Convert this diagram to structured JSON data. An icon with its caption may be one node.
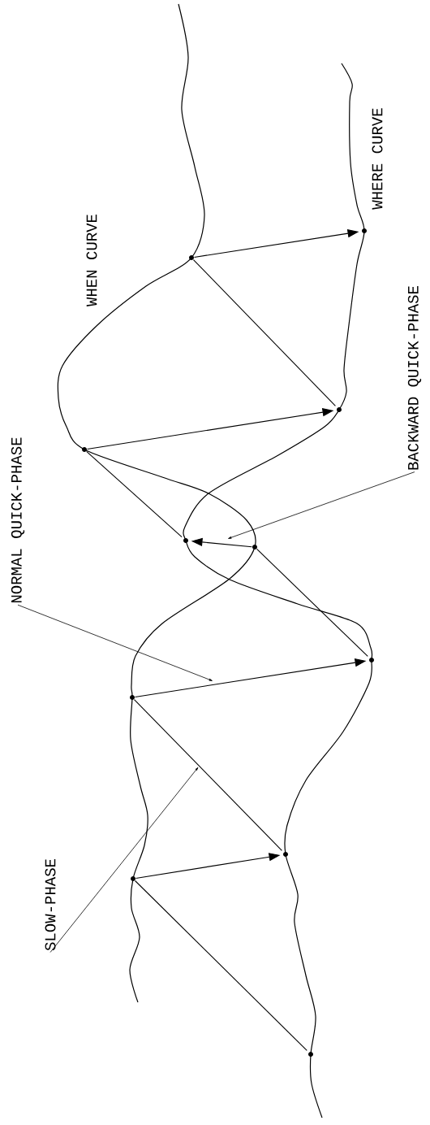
{
  "diagram": {
    "nodes": [
      {
        "text": [
          "NORMAL QUICK-PHASE"
        ]
      },
      {
        "text": [
          "BACKWARD QUICK-PHASE"
        ]
      },
      {
        "text": [
          "SLOW-PHASE"
        ]
      },
      {
        "text": [],
        "shape": "circle"
      },
      {
        "text": [],
        "shape": "circle"
      },
      {
        "text": [],
        "shape": "circle"
      },
      {
        "text": [],
        "shape": "circle"
      },
      {
        "text": [],
        "shape": "circle"
      },
      {
        "text": [],
        "shape": "circle"
      },
      {
        "text": [],
        "shape": "circle"
      },
      {
        "text": [],
        "shape": "circle"
      },
      {
        "text": [],
        "shape": "circle"
      },
      {
        "text": [],
        "shape": "circle"
      },
      {
        "text": [],
        "shape": "circle"
      }
    ],
    "edges": [
      {
        "from": 4,
        "to": 3,
        "arrow": "to"
      },
      {
        "from": 4,
        "to": 5,
        "arrow": "none"
      },
      {
        "from": 6,
        "to": 5,
        "arrow": "to"
      },
      {
        "from": 6,
        "to": 7,
        "arrow": "none"
      },
      {
        "from": 8,
        "to": 7,
        "arrow": "to"
      },
      {
        "from": 8,
        "to": 9,
        "arrow": "none"
      },
      {
        "from": 10,
        "to": 9,
        "arrow": "to"
      },
      {
        "from": 10,
        "to": 11,
        "arrow": "none"
      },
      {
        "from": 12,
        "to": 11,
        "arrow": "to"
      },
      {
        "from": 12,
        "to": 13,
        "arrow": "none"
      },
      {
        "from": 0,
        "to": null,
        "arrow": "to"
      },
      {
        "from": 1,
        "to": null,
        "arrow": "to"
      },
      {
        "from": 2,
        "to": null,
        "arrow": "to"
      }
    ],
    "labels": [
      "WHEN CURVE",
      "WHERE CURVE"
    ]
  }
}
